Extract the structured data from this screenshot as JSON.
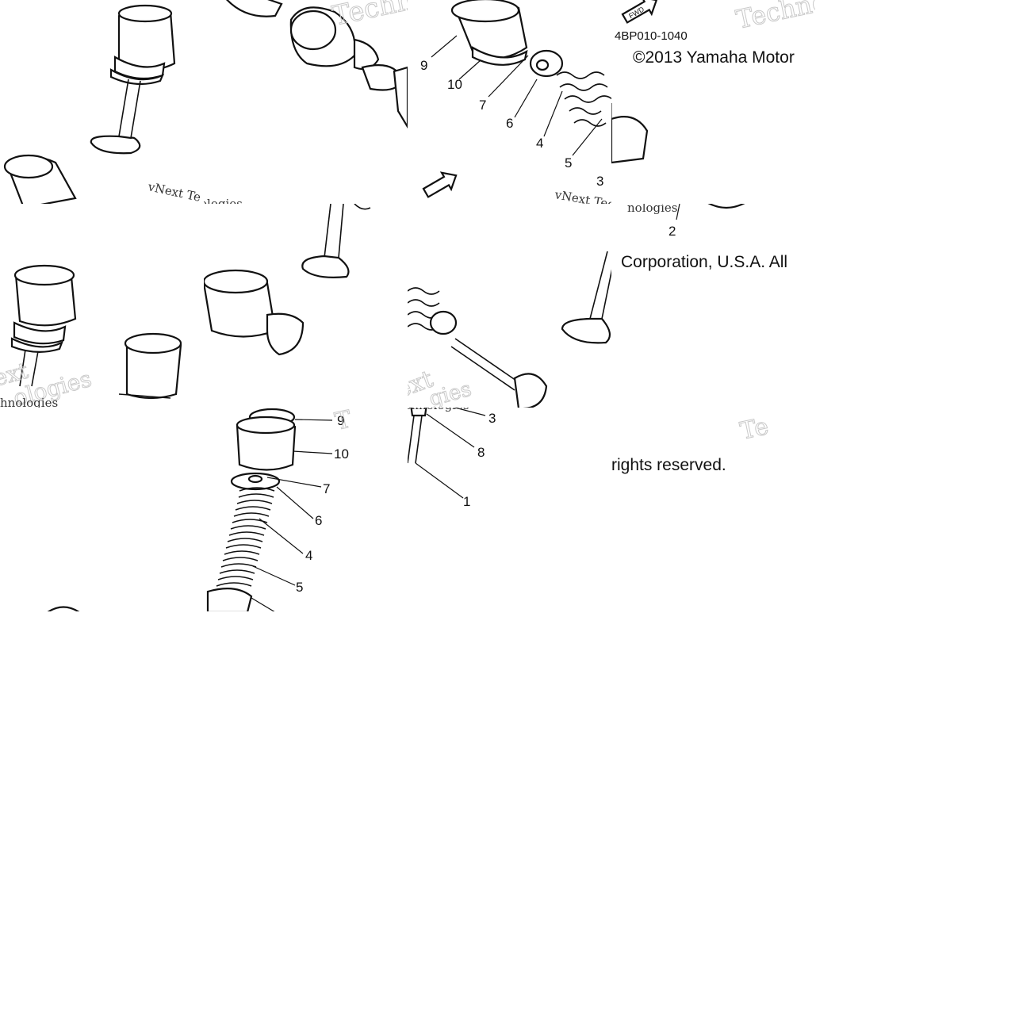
{
  "diagram": {
    "part_code": "4BP010-1040",
    "copyright_line1": "©2013 Yamaha Motor",
    "copyright_line2": "Corporation, U.S.A. All",
    "copyright_line3": "rights reserved.",
    "direction_marker": "FWD",
    "watermark_text": "vNext Technologies",
    "callouts": [
      "1",
      "2",
      "3",
      "4",
      "5",
      "6",
      "7",
      "8",
      "9",
      "10"
    ]
  }
}
